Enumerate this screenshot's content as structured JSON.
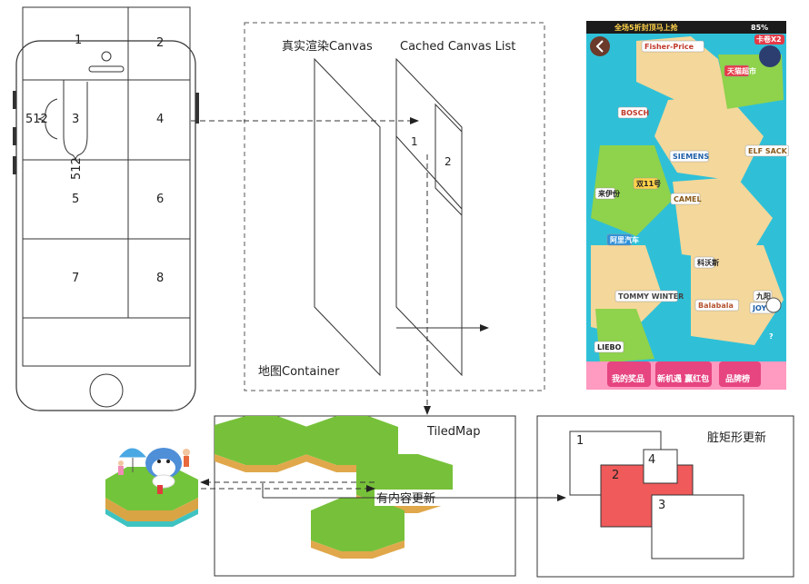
{
  "phone": {
    "tiles": [
      "1",
      "2",
      "3",
      "4",
      "5",
      "6",
      "7",
      "8"
    ],
    "width_label": "512",
    "height_label": "512"
  },
  "canvas_panel": {
    "real_canvas_label": "真实渲染Canvas",
    "cached_list_label": "Cached Canvas List",
    "cache_item_1": "1",
    "cache_item_2": "2",
    "container_label": "地图Container"
  },
  "tiledmap": {
    "title": "TiledMap",
    "update_label": "有内容更新"
  },
  "dirty": {
    "title": "脏矩形更新",
    "rects": [
      "1",
      "2",
      "3",
      "4"
    ],
    "highlight_color": "#f05a5a"
  },
  "game_screenshot": {
    "brand_tags": [
      "BOSCH",
      "SIEMENS",
      "天猫超市",
      "CAMEL",
      "阿里汽车",
      "双11号",
      "科沃斯",
      "LIEBO",
      "Balabala",
      "来伊份",
      "ELF SACK",
      "JOYO",
      "Fisher-Price",
      "TOMMY WINTER",
      "九阳"
    ],
    "buttons": [
      "我的奖品",
      "新机遇 赢红包",
      "品牌榜"
    ],
    "status_bar": "全场5折封顶马上抢",
    "badge": "卡卷X2",
    "battery": "85%"
  }
}
